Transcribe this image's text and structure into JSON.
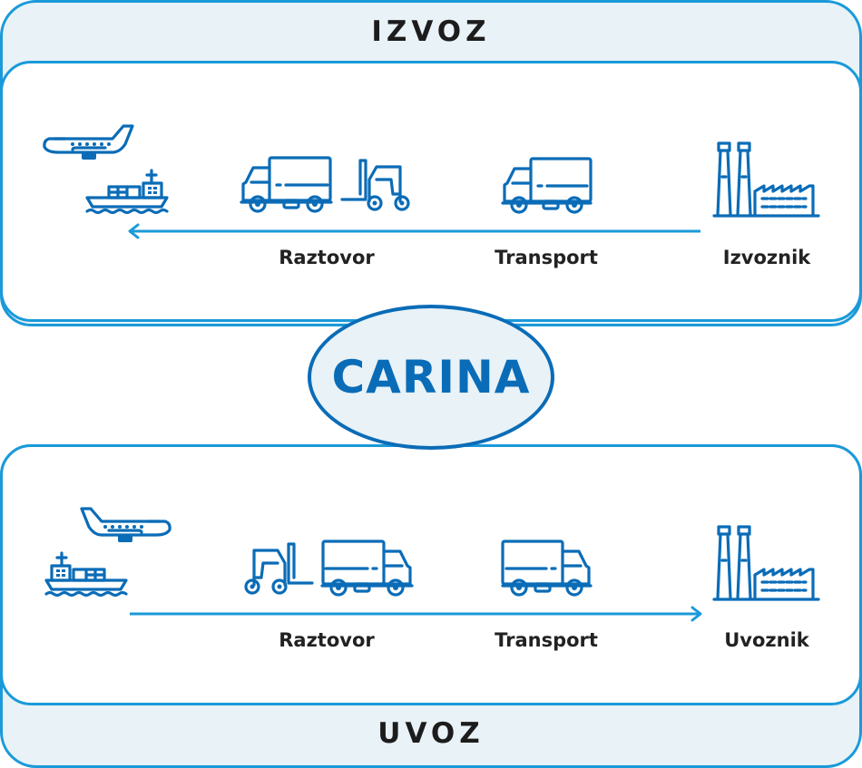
{
  "colors": {
    "accent": "#1a9ad9",
    "icon": "#0a6cb7",
    "band_fill": "#e8f2f7",
    "text": "#1c1c1c"
  },
  "center": {
    "label": "CARINA"
  },
  "export": {
    "title": "IZVOZ",
    "flow_direction": "right-to-left",
    "steps": [
      {
        "label": "",
        "icons": [
          "airplane-icon",
          "cargo-ship-icon"
        ]
      },
      {
        "label": "Raztovor",
        "icons": [
          "truck-icon",
          "forklift-icon"
        ]
      },
      {
        "label": "Transport",
        "icons": [
          "truck-icon"
        ]
      },
      {
        "label": "Izvoznik",
        "icons": [
          "factory-icon"
        ]
      }
    ]
  },
  "import": {
    "title": "UVOZ",
    "flow_direction": "left-to-right",
    "steps": [
      {
        "label": "",
        "icons": [
          "airplane-icon",
          "cargo-ship-icon"
        ]
      },
      {
        "label": "Raztovor",
        "icons": [
          "forklift-icon",
          "truck-icon"
        ]
      },
      {
        "label": "Transport",
        "icons": [
          "truck-icon"
        ]
      },
      {
        "label": "Uvoznik",
        "icons": [
          "factory-icon"
        ]
      }
    ]
  }
}
